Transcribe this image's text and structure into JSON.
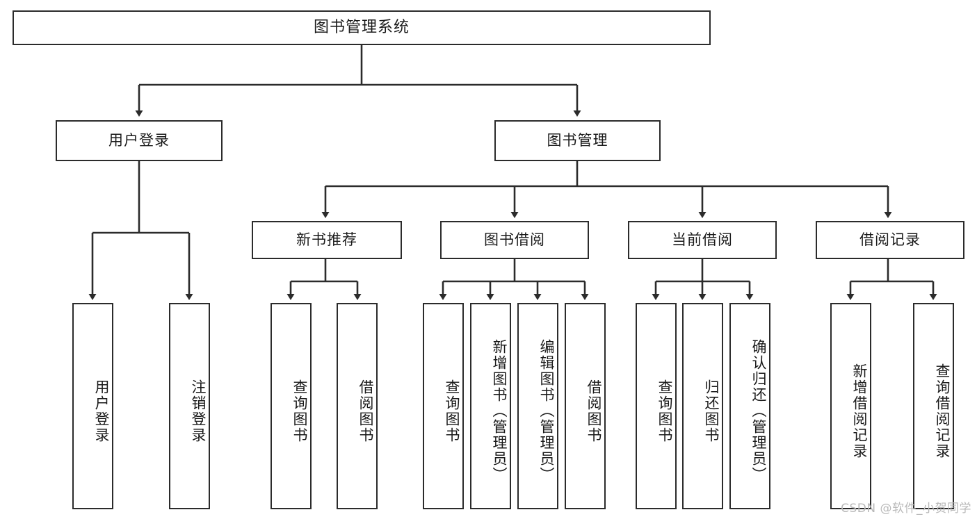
{
  "diagram": {
    "title": "图书管理系统",
    "type": "tree",
    "root": {
      "label": "图书管理系统"
    },
    "tier1": [
      {
        "label": "用户登录"
      },
      {
        "label": "图书管理"
      }
    ],
    "tier2": [
      {
        "label": "新书推荐"
      },
      {
        "label": "图书借阅"
      },
      {
        "label": "当前借阅"
      },
      {
        "label": "借阅记录"
      }
    ],
    "leaves": {
      "user_login": [
        {
          "label": "用户登录"
        },
        {
          "label": "注销登录"
        }
      ],
      "new_book_recommend": [
        {
          "label": "查询图书"
        },
        {
          "label": "借阅图书"
        }
      ],
      "book_borrow": [
        {
          "label": "查询图书"
        },
        {
          "label": "新增图书（管理员）"
        },
        {
          "label": "编辑图书（管理员）"
        },
        {
          "label": "借阅图书"
        }
      ],
      "current_borrow": [
        {
          "label": "查询图书"
        },
        {
          "label": "归还图书"
        },
        {
          "label": "确认归还（管理员）"
        }
      ],
      "borrow_record": [
        {
          "label": "新增借阅记录"
        },
        {
          "label": "查询借阅记录"
        }
      ]
    }
  },
  "watermark": {
    "text": "CSDN @软件_小贺同学"
  },
  "colors": {
    "stroke": "#2b2b2b",
    "background": "#ffffff",
    "text": "#1a1a1a",
    "watermark": "#b9b9b9"
  }
}
